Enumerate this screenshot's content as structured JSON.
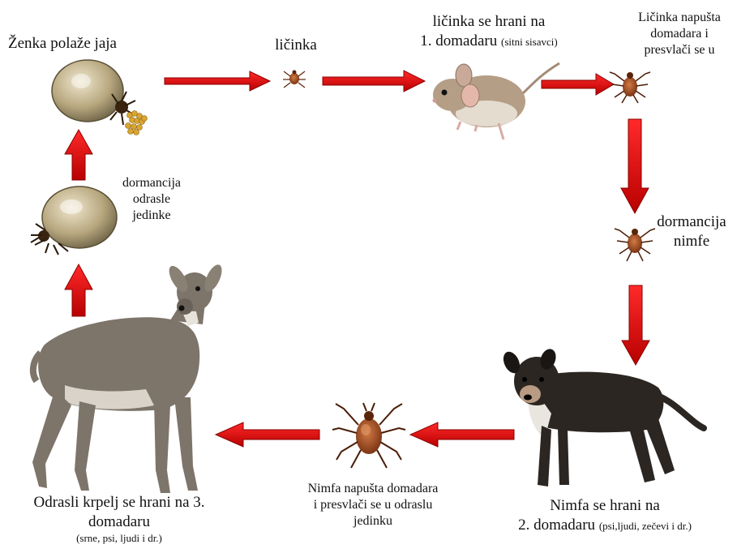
{
  "labels": {
    "female_lays": "Ženka polaže jaja",
    "larva": "ličinka",
    "larva_feeds_line1": "ličinka se hrani na",
    "larva_feeds_line2": "1. domadaru",
    "larva_feeds_note": "(sitni sisavci)",
    "larva_leaves_line1": "Ličinka napušta",
    "larva_leaves_line2": "domadara i",
    "larva_leaves_line3": "presvlači se u",
    "nymph_dormancy_line1": "dormancija",
    "nymph_dormancy_line2": "nimfe",
    "nymph_feeds_line1": "Nimfa se hrani na",
    "nymph_feeds_line2": "2. domadaru",
    "nymph_feeds_note": "(psi,ljudi, zečevi i dr.)",
    "nymph_leaves_line1": "Nimfa napušta domadara",
    "nymph_leaves_line2": "i presvlači se u odraslu",
    "nymph_leaves_line3": "jedinku",
    "adult_feeds_line1": "Odrasli krpelj se hrani na 3.",
    "adult_feeds_line2": "domadaru",
    "adult_feeds_note": "(srne, psi, ljudi i dr.)",
    "adult_dormancy_line1": "dormancija",
    "adult_dormancy_line2": "odrasle",
    "adult_dormancy_line3": "jedinke"
  },
  "colors": {
    "arrow": "#d40000",
    "arrow_edge": "#8a0000",
    "tick_body": "#a0441a",
    "engorged_tick": "#b7a77e",
    "mouse": "#b59e86",
    "dog": "#2b2622",
    "deer": "#7d746a"
  },
  "icons": [
    "egg-laying-tick",
    "larva-tick",
    "mouse",
    "tick",
    "dog",
    "deer",
    "engorged-tick"
  ]
}
